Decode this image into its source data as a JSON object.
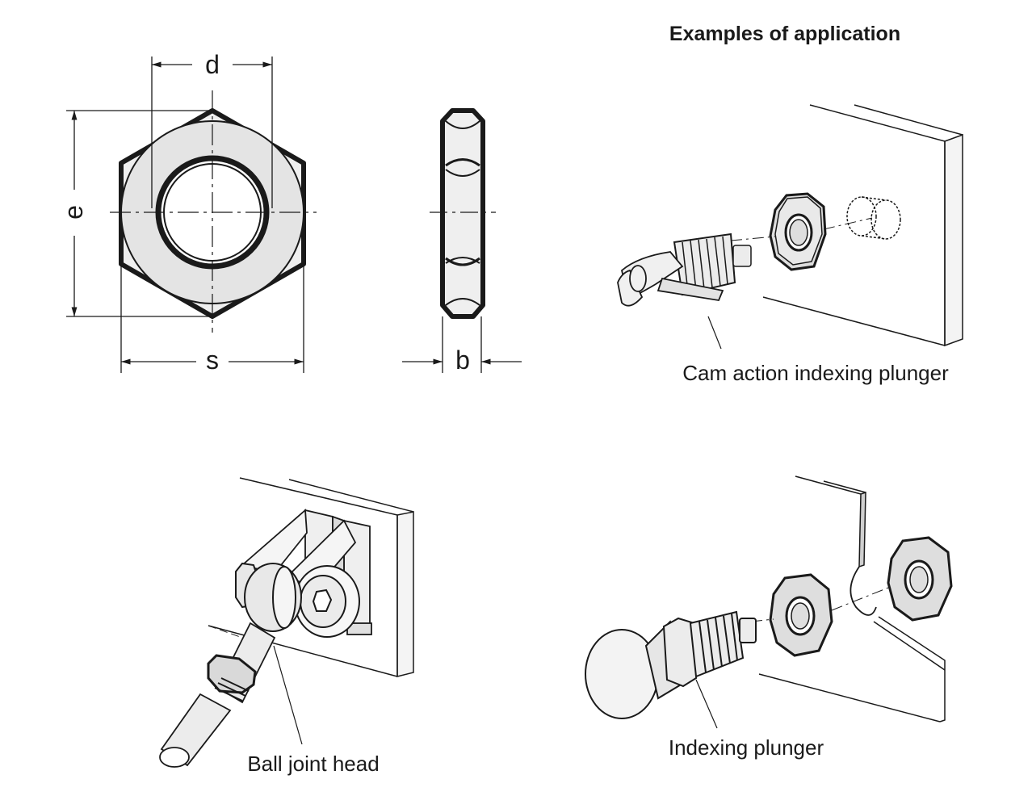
{
  "title": "Examples of application",
  "dimensions": {
    "d": "d",
    "e": "e",
    "s": "s",
    "b": "b"
  },
  "captions": {
    "cam": "Cam action indexing plunger",
    "ball": "Ball joint head",
    "indexing": "Indexing plunger"
  },
  "colors": {
    "stroke": "#1a1a1a",
    "fill_light": "#ececec",
    "fill_mid": "#dcdcdc",
    "background": "#ffffff"
  }
}
